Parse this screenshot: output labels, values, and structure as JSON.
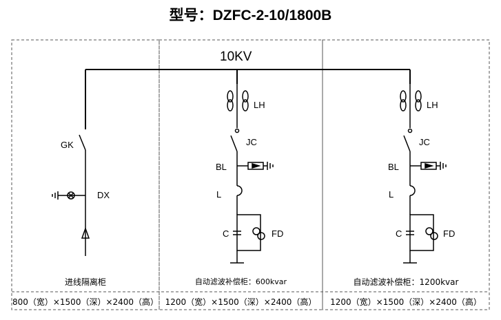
{
  "title": "型号：DZFC-2-10/1800B",
  "busbar_label": "10KV",
  "panels": [
    {
      "name": "进线隔离柜",
      "dimensions": "800（宽）×1500（深）×2400（高）",
      "labels": {
        "switch": "GK",
        "indicator": "DX"
      }
    },
    {
      "name": "自动滤波补偿柜：600kvar",
      "dimensions": "1200（宽）×1500（深）×2400（高）",
      "labels": {
        "ct": "LH",
        "contactor": "JC",
        "arrester": "BL",
        "reactor": "L",
        "capacitor": "C",
        "fuse": "FD"
      }
    },
    {
      "name": "自动滤波补偿柜：1200kvar",
      "dimensions": "1200（宽）×1500（深）×2400（高）",
      "labels": {
        "ct": "LH",
        "contactor": "JC",
        "arrester": "BL",
        "reactor": "L",
        "capacitor": "C",
        "fuse": "FD"
      }
    }
  ]
}
